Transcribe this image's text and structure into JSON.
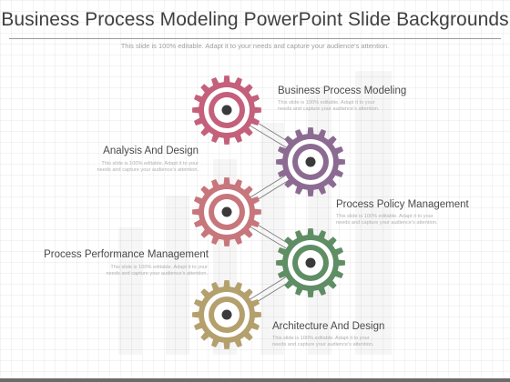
{
  "title": "Business Process Modeling PowerPoint Slide Backgrounds",
  "subtitle": "This slide is 100% editable. Adapt it to your needs and capture your audience's attention.",
  "items": [
    {
      "label": "Business Process Modeling",
      "description": "This slide is 100% editable. Adapt it to your needs and capture your audience's attention.",
      "color": "#c4607b"
    },
    {
      "label": "Analysis And Design",
      "description": "This slide is 100% editable. Adapt it to your needs and capture your audience's attention.",
      "color": "#8c6b92"
    },
    {
      "label": "Process Policy Management",
      "description": "This slide is 100% editable. Adapt it to your needs and capture your audience's attention.",
      "color": "#c7767b"
    },
    {
      "label": "Process Performance Management",
      "description": "This slide is 100% editable. Adapt it to your needs and capture your audience's attention.",
      "color": "#5f8d64"
    },
    {
      "label": "Architecture And Design",
      "description": "This slide is 100% editable. Adapt it to your needs and capture your audience's attention.",
      "color": "#b4a06d"
    }
  ]
}
